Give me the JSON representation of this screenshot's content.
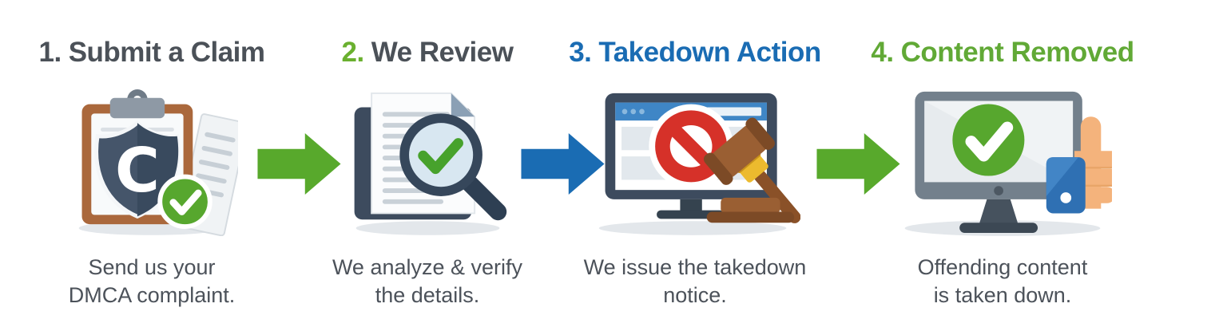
{
  "page": {
    "background": "#ffffff",
    "title": "DMCA takedown process steps"
  },
  "palette": {
    "title_gray": "#4b5158",
    "caption_gray": "#4c525a",
    "green": "#61a936",
    "number_green": "#6ab02f",
    "blue": "#1a6cb3",
    "arrow_green": "#58a92c",
    "arrow_blue": "#1a6cb3",
    "shadow_gray": "#e3e7eb",
    "slate_dark": "#3d4b5e",
    "ban_red": "#d63129",
    "clipboard_brown": "#aa683c",
    "gavel_gold": "#ecba2e",
    "check_green": "#57a72e",
    "sleeve_blue": "#2f70b3",
    "hand_skin": "#f4b37c"
  },
  "steps": [
    {
      "number": "1.",
      "title": "Submit a Claim",
      "number_color": "#4b5158",
      "title_color": "#4b5158",
      "icon": "clipboard-copyright-shield-check-icon",
      "shield_letter": "C",
      "caption_line1": "Send us your",
      "caption_line2": "DMCA complaint."
    },
    {
      "number": "2.",
      "title": "We Review",
      "number_color": "#6ab02f",
      "title_color": "#4b5158",
      "icon": "document-magnifier-check-icon",
      "caption_line1": "We analyze & verify",
      "caption_line2": "the details."
    },
    {
      "number": "3.",
      "title": "Takedown Action",
      "number_color": "#1a6cb3",
      "title_color": "#1a6cb3",
      "icon": "monitor-ban-gavel-icon",
      "caption_line1": "We issue the takedown",
      "caption_line2": "notice."
    },
    {
      "number": "4.",
      "title": "Content Removed",
      "number_color": "#61a936",
      "title_color": "#61a936",
      "icon": "monitor-check-thumbs-up-icon",
      "caption_line1": "Offending content",
      "caption_line2": "is taken down."
    }
  ],
  "arrows": [
    {
      "name": "arrow-step1-step2",
      "direction": "right",
      "color": "#58a92c"
    },
    {
      "name": "arrow-step2-step3",
      "direction": "right",
      "color": "#1a6cb3"
    },
    {
      "name": "arrow-step3-step4",
      "direction": "right",
      "color": "#58a92c"
    }
  ]
}
